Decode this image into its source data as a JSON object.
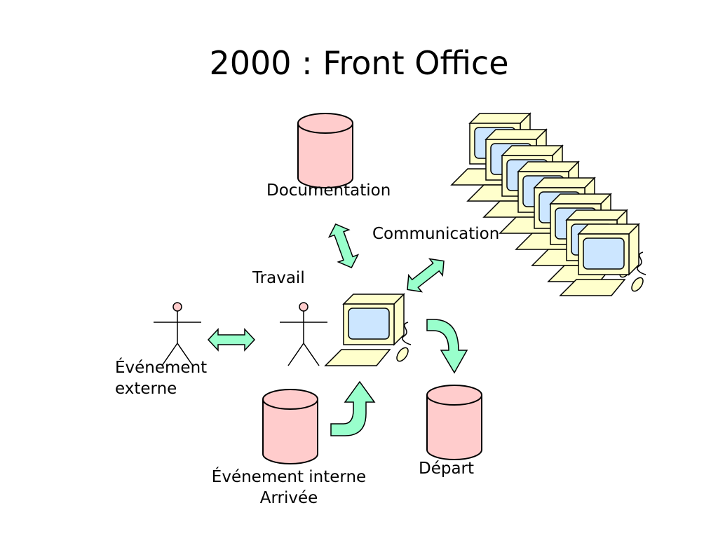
{
  "title": "2000 : Front Office",
  "labels": {
    "documentation": "Documentation",
    "communication": "Communication",
    "travail": "Travail",
    "evenement_externe": "Événement\nexterne",
    "evenement_interne": "Événement interne\nArrivée",
    "depart": "Départ"
  },
  "colors": {
    "database_fill": "#ffcccc",
    "arrow_fill": "#99ffcc",
    "screen_fill": "#cce6ff",
    "computer_fill": "#ffffcc",
    "actor_head": "#ffcccc"
  }
}
